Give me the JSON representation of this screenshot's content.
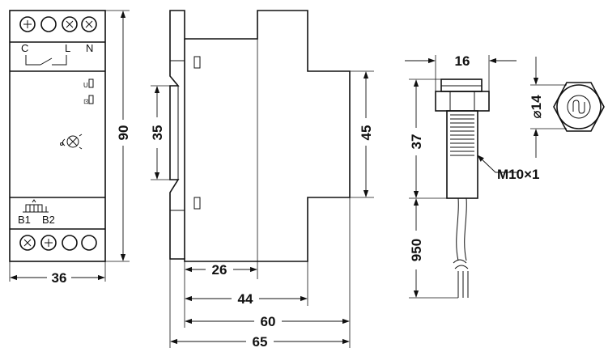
{
  "front_view": {
    "terminal_top_labels": [
      "C",
      "L",
      "N"
    ],
    "potentiometer_labels": [
      "B1",
      "B2"
    ],
    "dim_width": "36",
    "dim_height": "90"
  },
  "side_view": {
    "dim_35": "35",
    "dim_45": "45",
    "dim_26": "26",
    "dim_44": "44",
    "dim_60": "60",
    "dim_65": "65"
  },
  "sensor_view": {
    "dim_16": "16",
    "dim_14": "⌀14",
    "dim_37": "37",
    "dim_950": "950",
    "thread_label": "M10×1"
  }
}
